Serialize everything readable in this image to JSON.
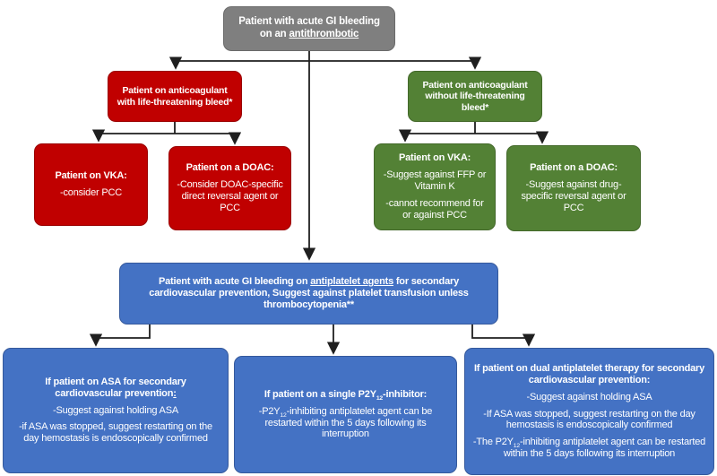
{
  "colors": {
    "gray": "#7f7f7f",
    "gray-border": "#6a6a6a",
    "red": "#c00000",
    "red-border": "#990000",
    "green": "#538135",
    "green-border": "#43682a",
    "blue": "#4472c4",
    "blue-border": "#35599c",
    "line": "#1f1f1f",
    "text": "#ffffff"
  },
  "nodes": {
    "root": {
      "text_before": "Patient with acute GI bleeding on an ",
      "underlined": "antithrombotic"
    },
    "ac_with": {
      "text": "Patient on anticoagulant with life-threatening bleed*"
    },
    "ac_without": {
      "text": "Patient on anticoagulant without life-threatening bleed*"
    },
    "red_vka": {
      "heading": "Patient on VKA:",
      "bullet1": "-consider PCC"
    },
    "red_doac": {
      "heading": "Patient on a DOAC:",
      "bullet1": "-Consider DOAC-specific direct reversal agent or PCC"
    },
    "green_vka": {
      "heading": "Patient on VKA:",
      "bullet1": "-Suggest against FFP or Vitamin K",
      "bullet2": "-cannot recommend for or against PCC"
    },
    "green_doac": {
      "heading": "Patient on a DOAC:",
      "bullet1": "-Suggest against drug-specific reversal agent or PCC"
    },
    "antiplatelet": {
      "text_before": "Patient with acute GI bleeding on ",
      "underlined": "antiplatelet agents",
      "text_after": " for secondary cardiovascular prevention, Suggest against platelet transfusion unless thrombocytopenia**"
    },
    "asa": {
      "heading_before": "If patient on ASA for secondary cardiovascular prevention",
      "heading_underlined": ":",
      "bullet1": "-Suggest against holding ASA",
      "bullet2": "-if ASA was stopped, suggest restarting on the day hemostasis is endoscopically confirmed"
    },
    "p2y12": {
      "heading_pre": "If patient on a single P2Y",
      "heading_sub": "12",
      "heading_post": "-inhibitor:",
      "bullet_pre": "-P2Y",
      "bullet_sub": "12",
      "bullet_post": "-inhibiting antiplatelet agent can be restarted within the 5 days following its interruption"
    },
    "dual": {
      "heading": "If patient on dual antiplatelet therapy for secondary cardiovascular prevention:",
      "bullet1": "-Suggest against holding ASA",
      "bullet2": "-If ASA was stopped, suggest restarting on the day hemostasis is endoscopically confirmed",
      "bullet3_pre": "-The P2Y",
      "bullet3_sub": "12",
      "bullet3_post": "-inhibiting antiplatelet agent can be restarted within the 5 days following its interruption"
    }
  }
}
